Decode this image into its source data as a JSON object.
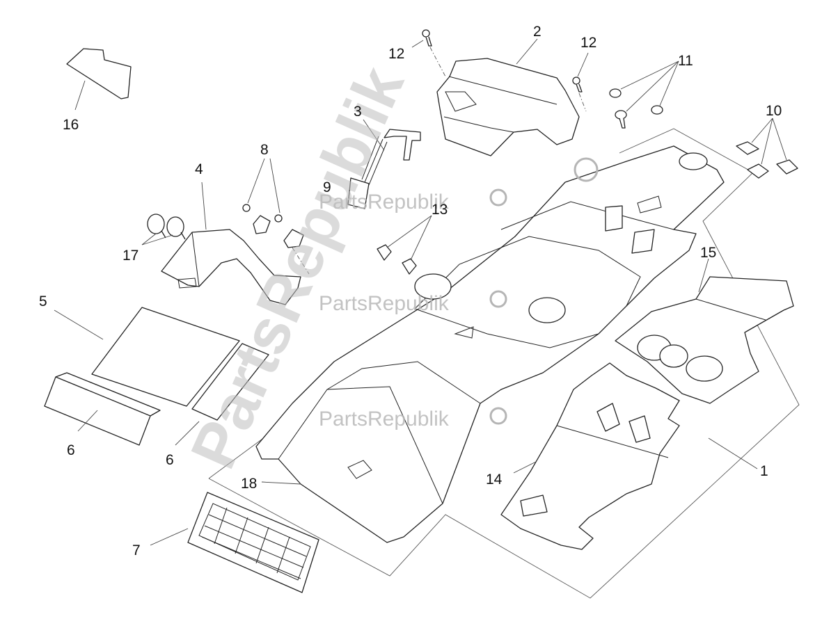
{
  "callouts": {
    "c1": "1",
    "c2": "2",
    "c3": "3",
    "c4": "4",
    "c5": "5",
    "c6a": "6",
    "c6b": "6",
    "c7": "7",
    "c8": "8",
    "c9": "9",
    "c10": "10",
    "c11": "11",
    "c12a": "12",
    "c12b": "12",
    "c13": "13",
    "c14": "14",
    "c15": "15",
    "c16": "16",
    "c17": "17",
    "c18": "18"
  },
  "watermark": {
    "text": "PartsRepublik",
    "diagonal_text": "PartsRepublik",
    "icon": "gear-icon",
    "color": "#b7b7b7"
  },
  "colors": {
    "line": "#222222",
    "background": "#ffffff"
  }
}
